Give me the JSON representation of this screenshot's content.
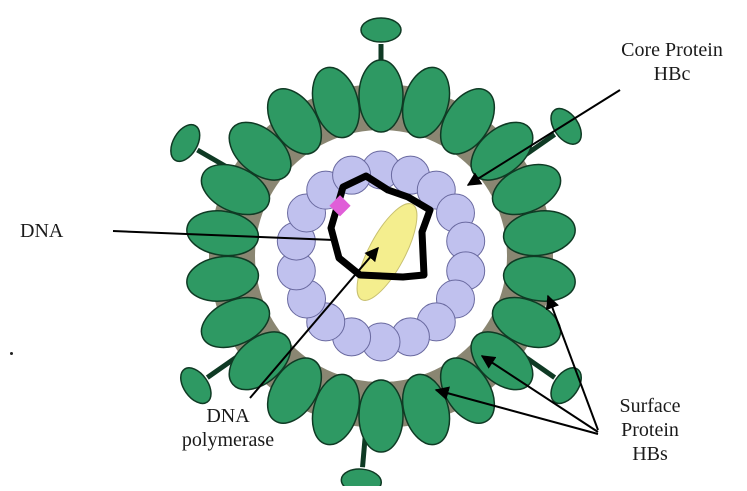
{
  "labels": {
    "core_protein": [
      "Core Protein",
      "HBc"
    ],
    "dna": "DNA",
    "dna_polymerase": [
      "DNA",
      "polymerase"
    ],
    "surface_protein": [
      "Surface",
      "Protein",
      "HBs"
    ]
  },
  "colors": {
    "surface_green": "#2e9963",
    "surface_outline": "#0f3a24",
    "envelope_gray": "#8a8672",
    "core_lavender": "#c0c1ee",
    "core_outline": "#6a6aa0",
    "dna_black": "#000000",
    "polymerase_yellow": "#f4ee8e",
    "pink_marker": "#e05ed8"
  }
}
